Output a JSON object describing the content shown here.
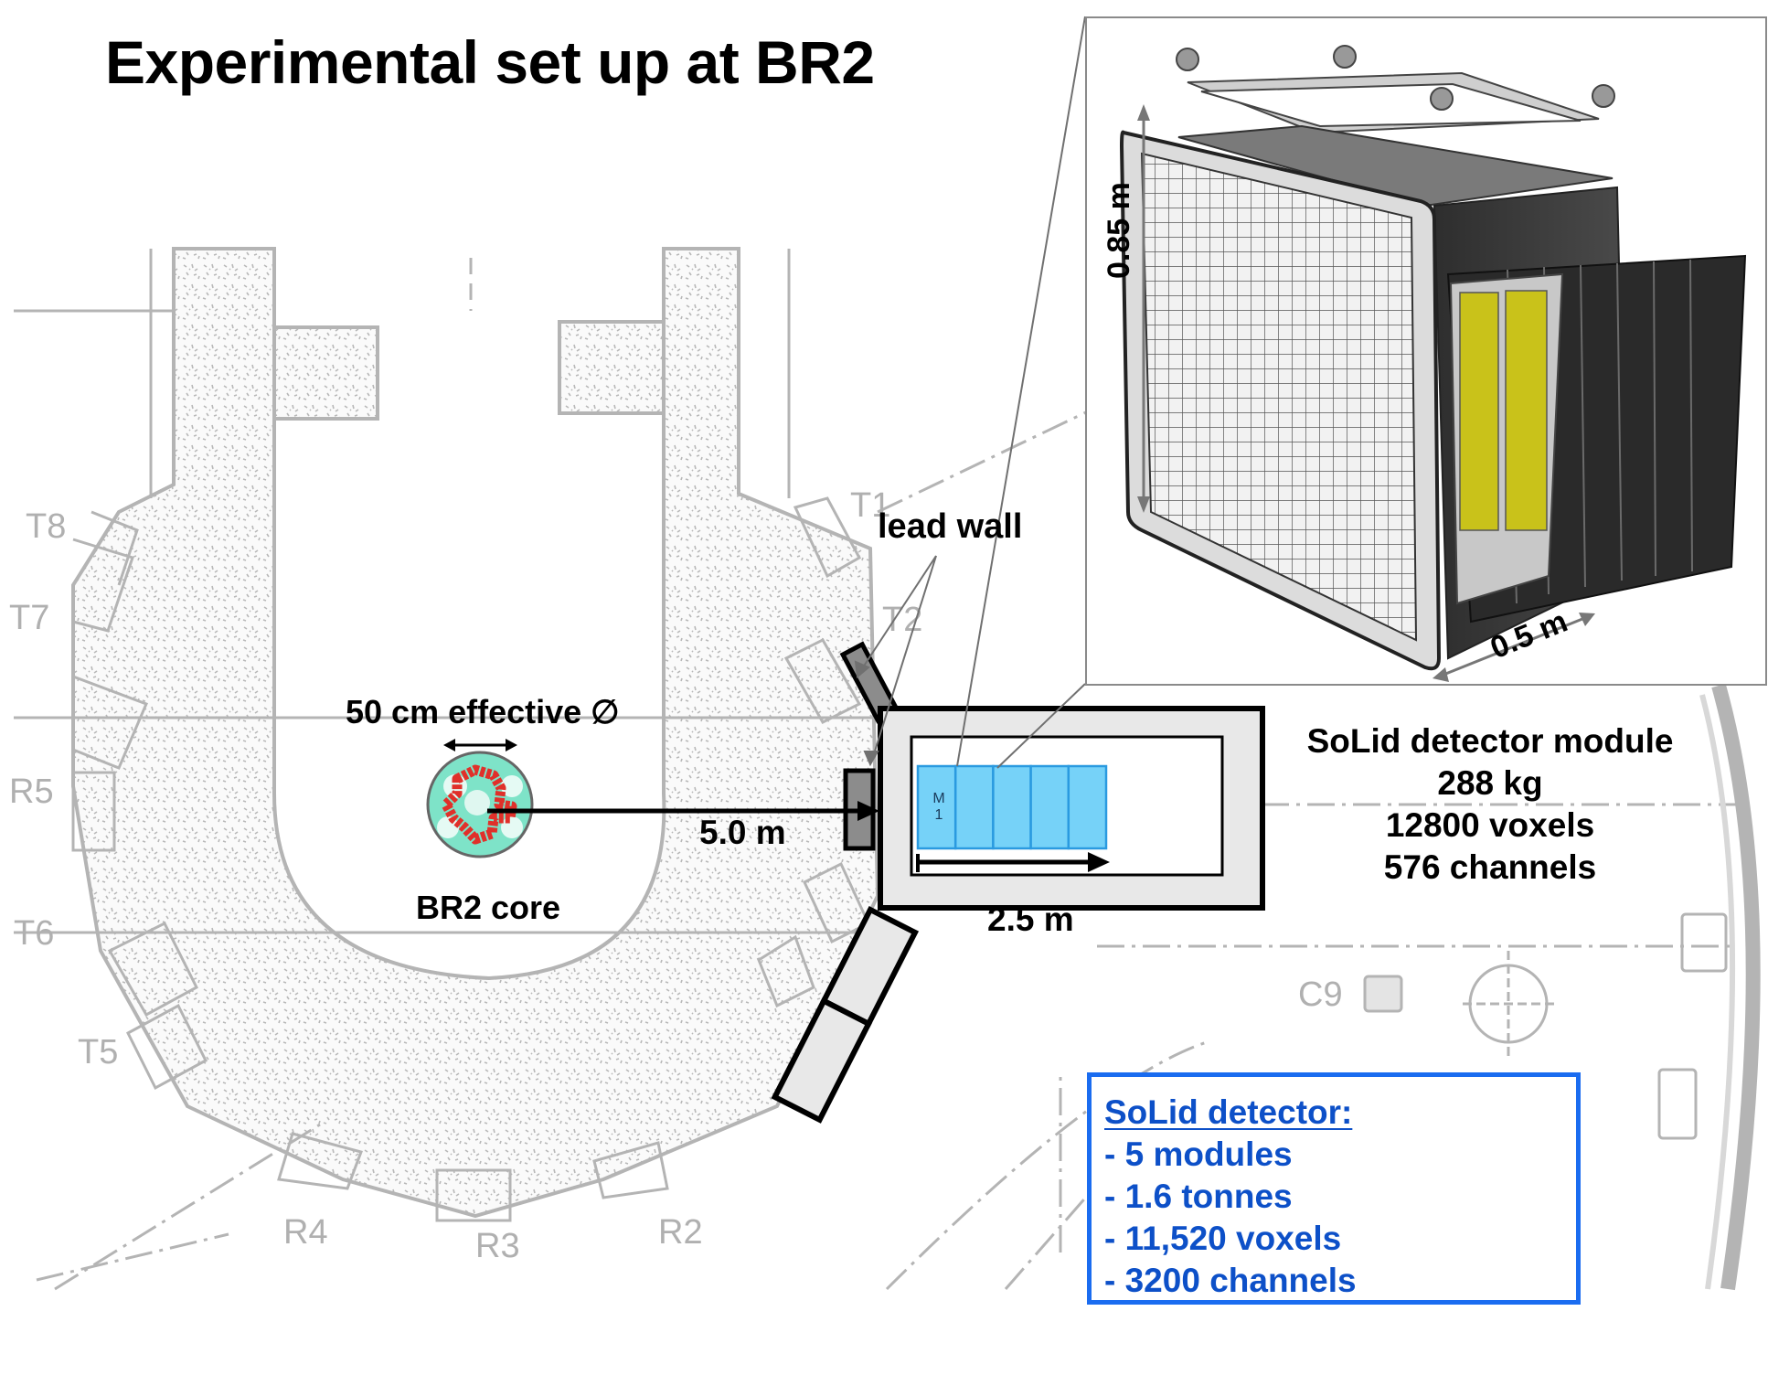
{
  "title": "Experimental set up at BR2",
  "floor_plan": {
    "labels": {
      "t8": "T8",
      "t7": "T7",
      "r5": "R5",
      "t6": "T6",
      "t5": "T5",
      "r4": "R4",
      "r3": "R3",
      "r2": "R2",
      "t1": "T1",
      "t2": "T2",
      "c9": "C9"
    },
    "colors": {
      "line": "#b4b4b4",
      "concrete": "#f4f4f4",
      "lead": "#8c8c8c",
      "shield": "#e8e8e8"
    }
  },
  "core": {
    "label": "BR2 core",
    "diameter_label": "50 cm effective ∅",
    "colors": {
      "fill": "#7ee3c8",
      "fuel": "#e0302a"
    }
  },
  "lead_wall": {
    "label": "lead wall"
  },
  "distance": {
    "label": "5.0 m"
  },
  "detector": {
    "length_label": "2.5 m",
    "module_count": 5,
    "first_module_label": "M\n1",
    "module_color": "#76d2f8",
    "module_border": "#2a9ae0"
  },
  "module_info": {
    "lines": [
      "SoLid detector module",
      "288 kg",
      "12800 voxels",
      "576 channels"
    ]
  },
  "inset": {
    "height_label": "0.85 m",
    "width_label": "0.5 m"
  },
  "solid_summary": {
    "heading": "SoLid detector:",
    "items": [
      "- 5 modules",
      "- 1.6 tonnes",
      "- 11,520 voxels",
      "- 3200 channels"
    ],
    "color": "#0d50c8",
    "border_color": "#1a6cf0"
  }
}
